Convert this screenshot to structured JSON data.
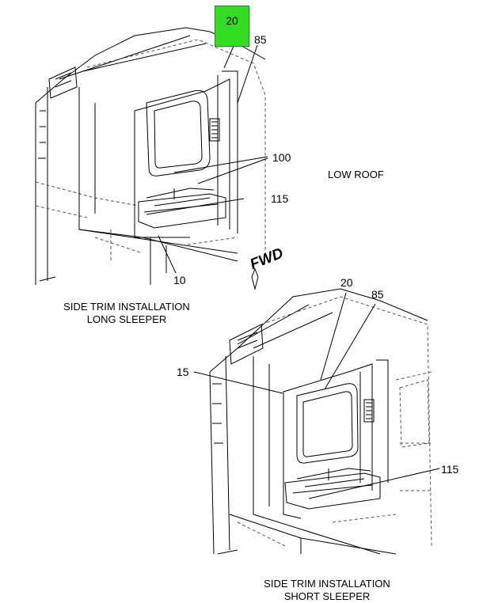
{
  "colors": {
    "highlight": "#33dd22",
    "line": "#000000",
    "dashed": "#555555",
    "background": "#ffffff"
  },
  "top_view": {
    "highlight_label": "20",
    "callouts": {
      "c85": "85",
      "c100": "100",
      "c115": "115",
      "c10": "10"
    },
    "caption_line1": "SIDE TRIM INSTALLATION",
    "caption_line2": "LONG SLEEPER",
    "side_note": "LOW ROOF"
  },
  "direction": {
    "text": "FWD",
    "icon": "forward-arrow-icon"
  },
  "bottom_view": {
    "callouts": {
      "c20": "20",
      "c85": "85",
      "c15": "15",
      "c115": "115"
    },
    "caption_line1": "SIDE TRIM INSTALLATION",
    "caption_line2": "SHORT SLEEPER"
  }
}
